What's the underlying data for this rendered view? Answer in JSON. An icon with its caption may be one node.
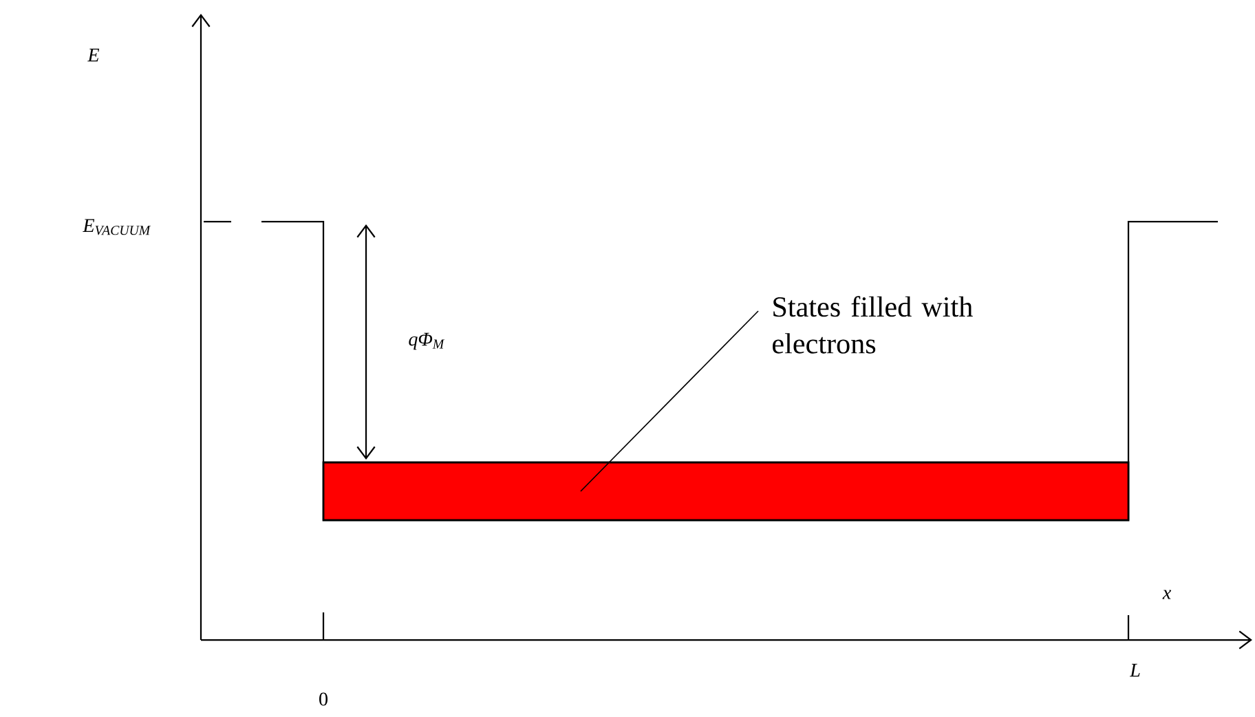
{
  "diagram": {
    "nodes": [
      {
        "text": [
          "States filled with electrons"
        ]
      },
      {
        "text": [],
        "shape": "bar"
      }
    ],
    "edges": [
      {
        "from": 0,
        "to": 1,
        "arrow": "none"
      }
    ],
    "labels": [
      "E",
      "E$_{VACUUM}$",
      "qΦ$_{M}$",
      "x",
      "0",
      "L"
    ]
  }
}
